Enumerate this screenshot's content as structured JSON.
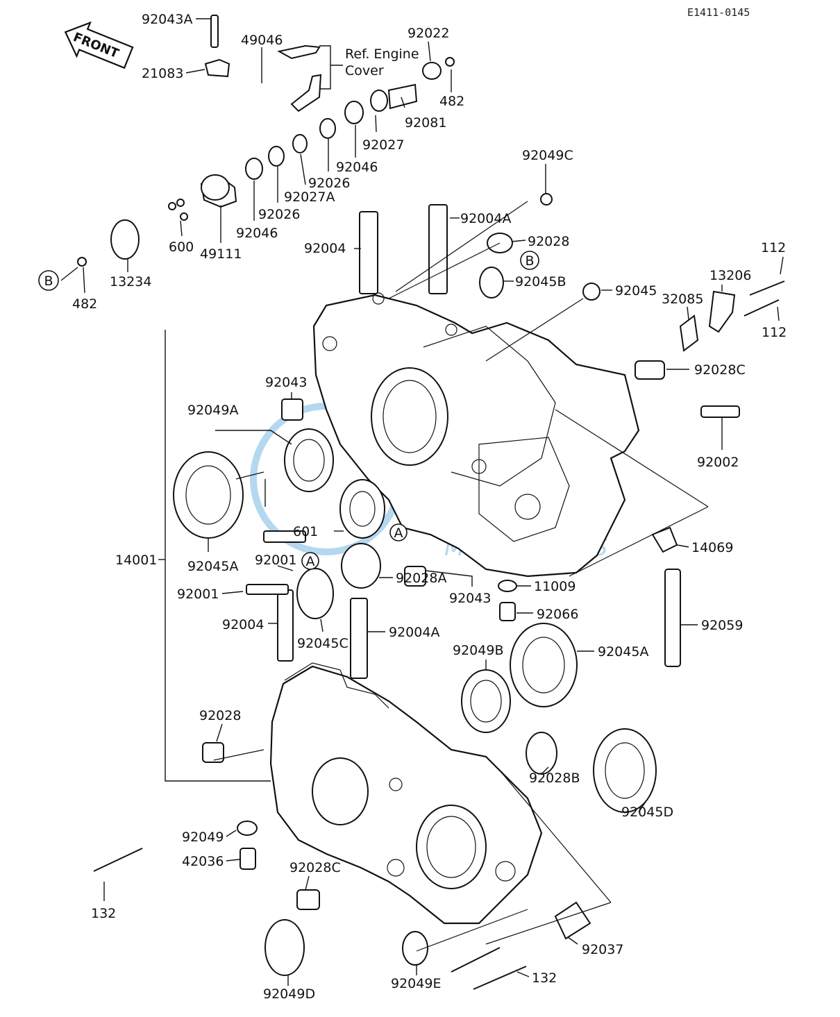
{
  "diagram_code": "E1411-0145",
  "front_arrow": "FRONT",
  "ref_note": [
    "Ref. Engine",
    "Cover"
  ],
  "callout_letters": {
    "a": "A",
    "b": "B"
  },
  "watermark": {
    "text": "MOTORPARTS",
    "color": "#2b8fd6"
  },
  "labels": {
    "92043A": "92043A",
    "21083": "21083",
    "49046": "49046",
    "92022": "92022",
    "482_top": "482",
    "92081": "92081",
    "92027": "92027",
    "92046_top": "92046",
    "92026_a": "92026",
    "92027A": "92027A",
    "92026_b": "92026",
    "92046_b": "92046",
    "49111": "49111",
    "600": "600",
    "13234": "13234",
    "482_left": "482",
    "92049C": "92049C",
    "92004A_top": "92004A",
    "92028_top": "92028",
    "92004_top": "92004",
    "92045B": "92045B",
    "92045": "92045",
    "112_a": "112",
    "13206": "13206",
    "32085": "32085",
    "112_b": "112",
    "92028C_right": "92028C",
    "92043_left": "92043",
    "92049A": "92049A",
    "92002": "92002",
    "601": "601",
    "14001": "14001",
    "92045A_left": "92045A",
    "92001_a": "92001",
    "14069": "14069",
    "92001_b": "92001",
    "92028A": "92028A",
    "92043_mid": "92043",
    "11009": "11009",
    "92004_low": "92004",
    "92045C": "92045C",
    "92066": "92066",
    "92004A_low": "92004A",
    "92059": "92059",
    "92049B": "92049B",
    "92045A_right": "92045A",
    "92028_low": "92028",
    "92028B": "92028B",
    "92045D": "92045D",
    "92049": "92049",
    "42036": "42036",
    "92028C_low": "92028C",
    "132_left": "132",
    "92037": "92037",
    "132_bottom": "132",
    "92049D": "92049D",
    "92049E": "92049E"
  }
}
